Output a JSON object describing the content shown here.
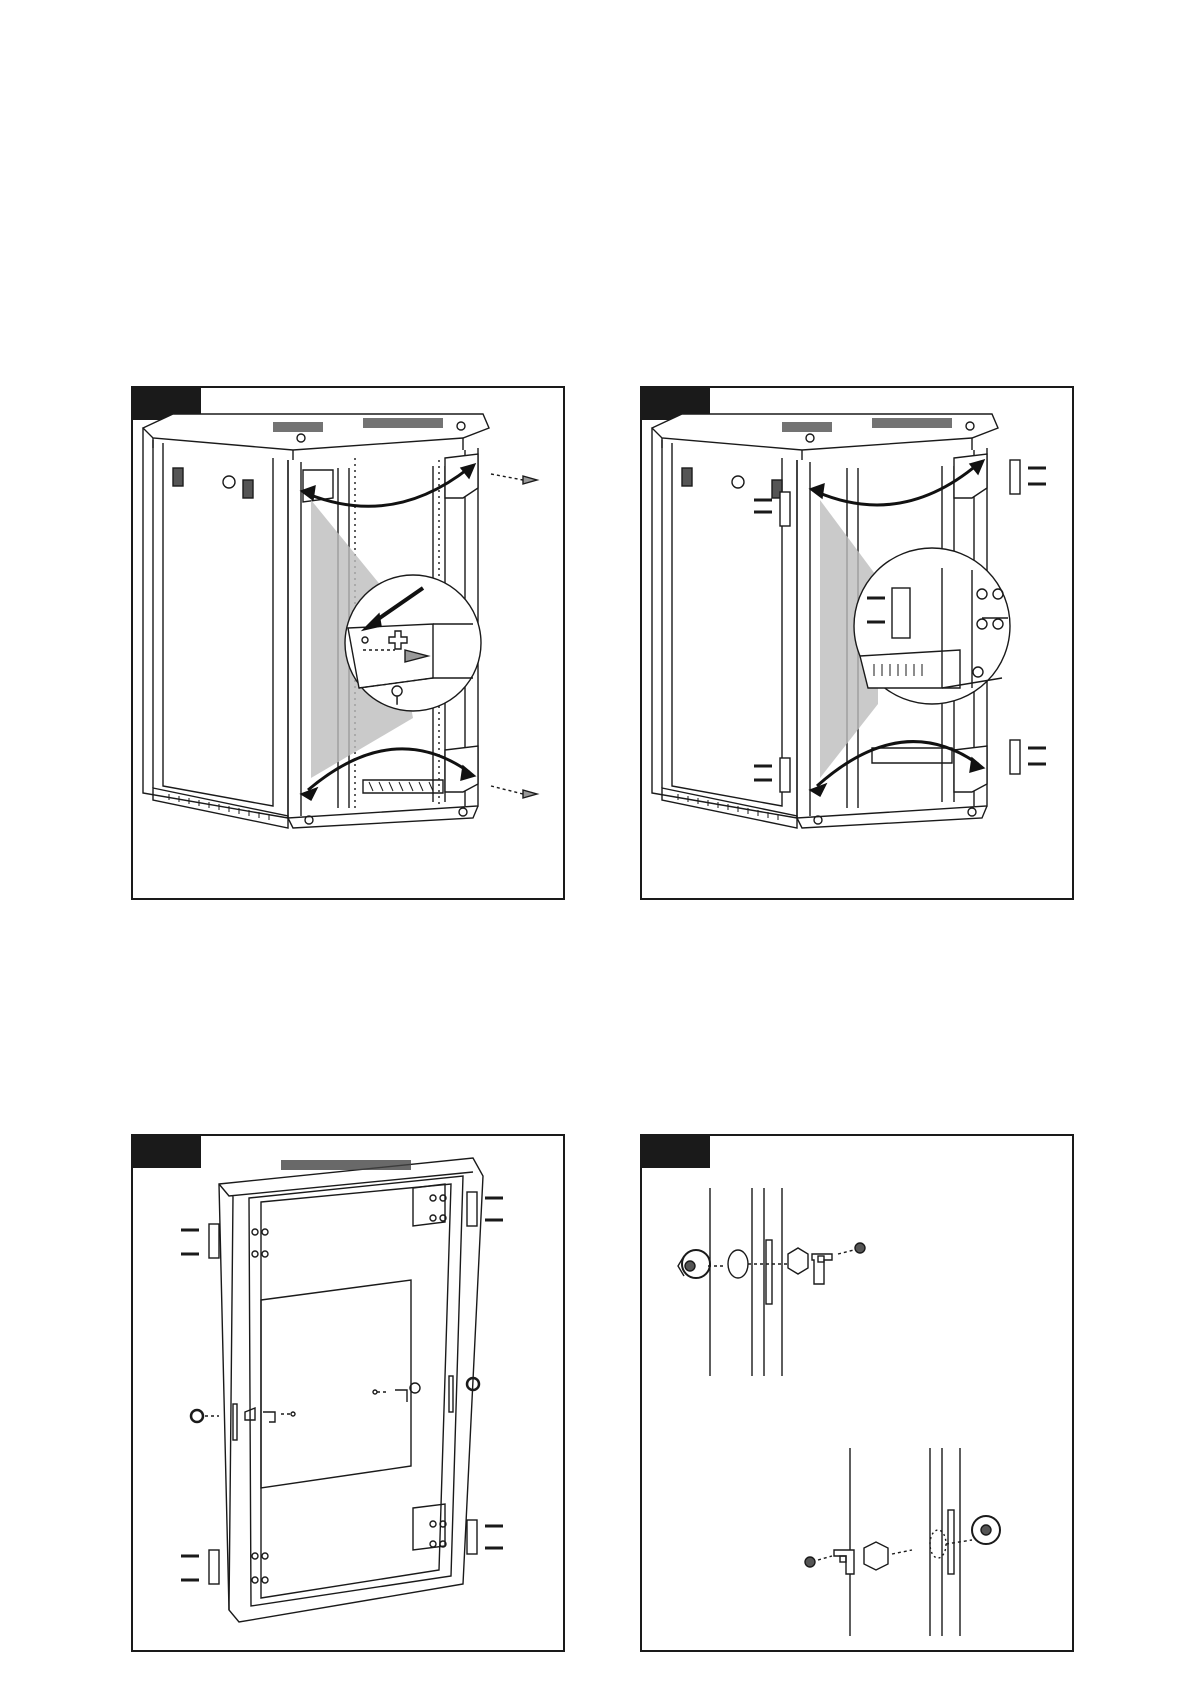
{
  "page": {
    "background": "#ffffff"
  },
  "colors": {
    "line": "#1a1a1a",
    "tab": "#1a1a1a",
    "shade": "#bdbdbd",
    "arrow": "#111111"
  },
  "figures": [
    {
      "id": "fig1",
      "icon": "cabinet-front-hinge-pins-icon"
    },
    {
      "id": "fig2",
      "icon": "cabinet-hinge-brackets-icon"
    },
    {
      "id": "fig3",
      "icon": "door-panel-hinges-icon"
    },
    {
      "id": "fig4",
      "icon": "door-lock-assembly-icon"
    }
  ]
}
